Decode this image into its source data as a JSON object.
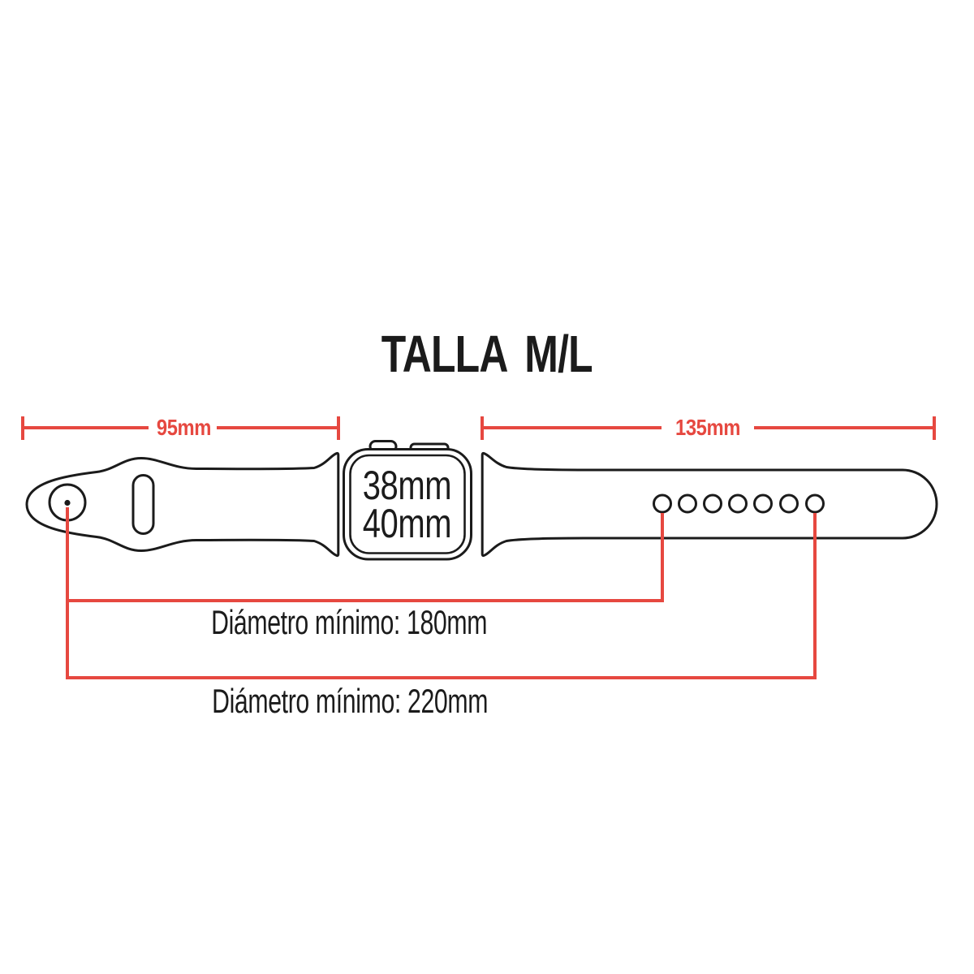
{
  "colors": {
    "accent_red": "#e64840",
    "ink": "#1b1b1b",
    "background": "#ffffff"
  },
  "title": "TALLA M/L",
  "measurements": {
    "left_strap_length": "95mm",
    "right_strap_length": "135mm",
    "case_sizes": [
      "38mm",
      "40mm"
    ],
    "min_diameter_first_hole": "Diámetro mínimo: 180mm",
    "min_diameter_last_hole": "Diámetro mínimo: 220mm"
  },
  "band": {
    "holes_count": 7
  }
}
